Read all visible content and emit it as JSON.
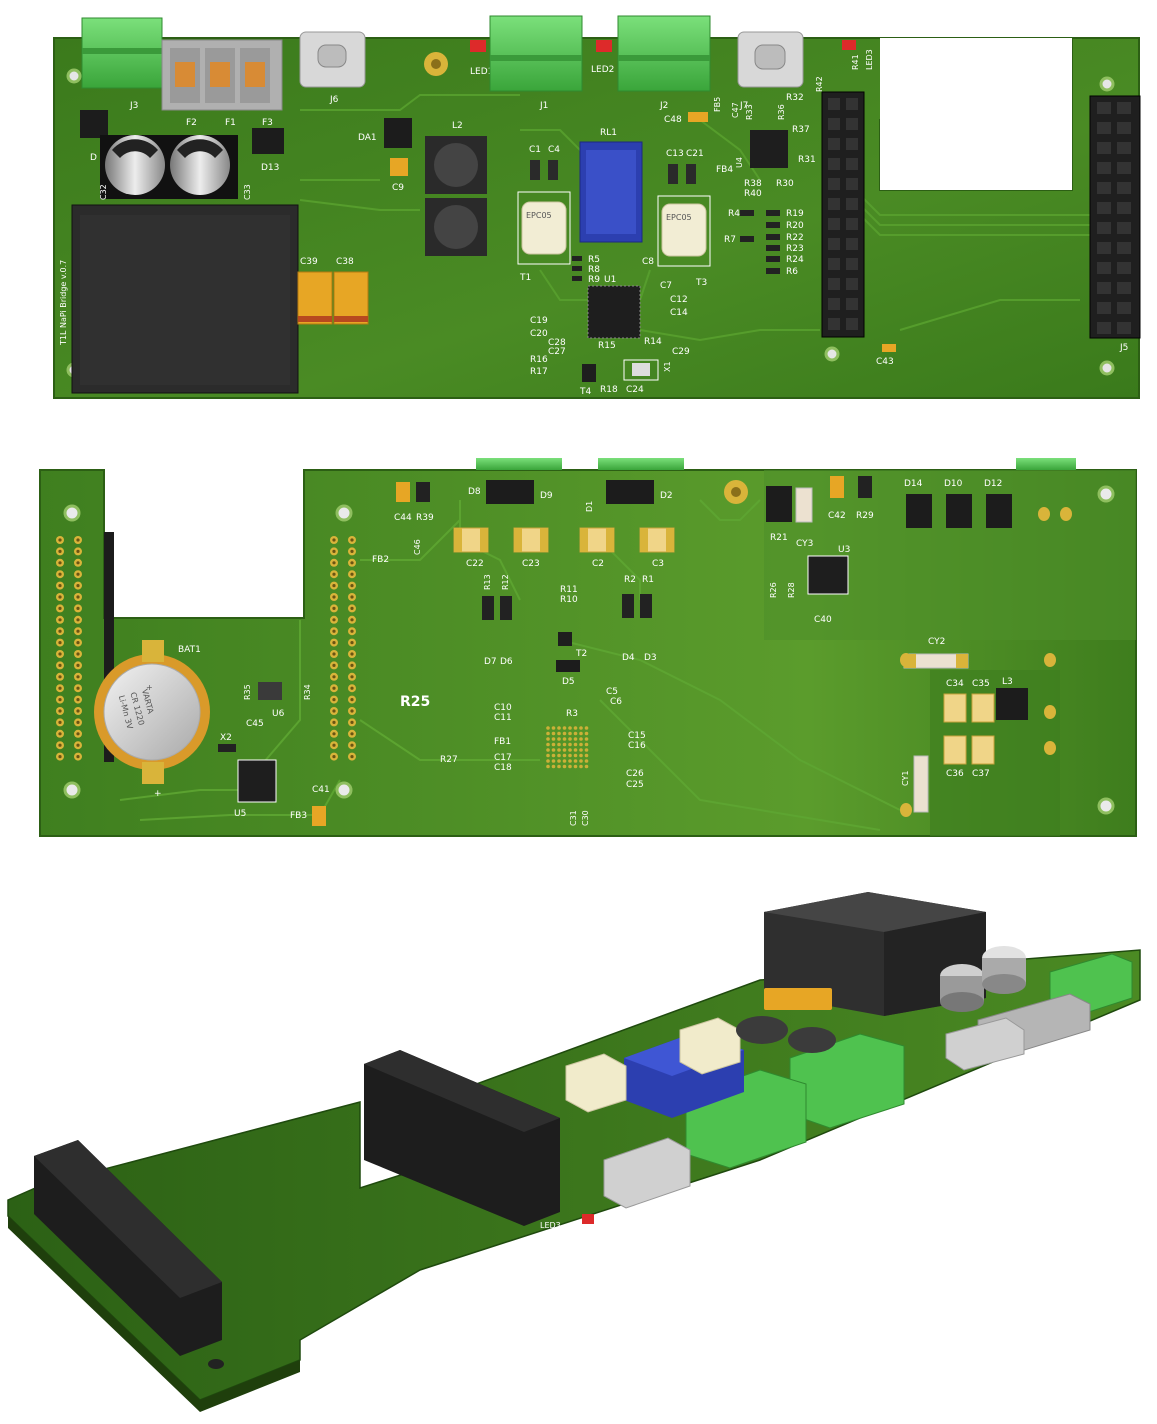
{
  "colors": {
    "pcb": "#3f7f1f",
    "pcb_dark": "#2f6516",
    "trace": "#4f9628",
    "pad": "#e8c24a",
    "terminal": "#5ecb5e",
    "terminal_dark": "#3ea83e",
    "silk": "#ffffff"
  },
  "top_board": {
    "silk_title": "T1L NaPi Bridge v.0.7",
    "labels": {
      "J3": "J3",
      "F2": "F2",
      "F1": "F1",
      "F3": "F3",
      "J6": "J6",
      "LED1": "LED1",
      "J1": "J1",
      "LED2": "LED2",
      "J2": "J2",
      "J7": "J7",
      "LED3": "LED3",
      "R42": "R42",
      "R41": "R41",
      "DA1": "DA1",
      "L2": "L2",
      "RL1": "RL1",
      "C1": "C1",
      "C4": "C4",
      "C13": "C13",
      "C21": "C21",
      "FB5": "FB5",
      "C47": "C47",
      "R33": "R33",
      "R32": "R32",
      "R36": "R36",
      "R37": "R37",
      "C48": "C48",
      "FB4": "FB4",
      "U4": "U4",
      "R38": "R38",
      "R40": "R40",
      "R31": "R31",
      "R30": "R30",
      "R4": "R4",
      "R19": "R19",
      "R20": "R20",
      "R22": "R22",
      "R23": "R23",
      "R24": "R24",
      "R6": "R6",
      "R7": "R7",
      "D13": "D13",
      "C9": "C9",
      "C32": "C32",
      "C33": "C33",
      "C39": "C39",
      "C38": "C38",
      "T1": "T1",
      "T3": "T3",
      "R5": "R5",
      "R8": "R8",
      "R9": "R9",
      "U1": "U1",
      "C8": "C8",
      "C7": "C7",
      "C12": "C12",
      "C14": "C14",
      "C19": "C19",
      "C20": "C20",
      "C28": "C28",
      "C27": "C27",
      "R15": "R15",
      "R14": "R14",
      "C29": "C29",
      "R16": "R16",
      "R17": "R17",
      "X1": "X1",
      "C24": "C24",
      "T4": "T4",
      "R18": "R18",
      "C43": "C43",
      "J5": "J5",
      "D": "D"
    },
    "xfmr_mark_1": "EPC05",
    "xfmr_mark_2": "EPC05"
  },
  "bottom_board": {
    "labels": {
      "D8": "D8",
      "D9": "D9",
      "D1": "D1",
      "D2": "D2",
      "C44": "C44",
      "R39": "R39",
      "C46": "C46",
      "FB2": "FB2",
      "C22": "C22",
      "C23": "C23",
      "C2": "C2",
      "C3": "C3",
      "R21": "R21",
      "CY3": "CY3",
      "C42": "C42",
      "R29": "R29",
      "D14": "D14",
      "D10": "D10",
      "D12": "D12",
      "U3": "U3",
      "R26": "R26",
      "R28": "R28",
      "C40": "C40",
      "R13": "R13",
      "R12": "R12",
      "R11": "R11",
      "R10": "R10",
      "R2": "R2",
      "R1": "R1",
      "T2": "T2",
      "D7": "D7",
      "D6": "D6",
      "D5": "D5",
      "D4": "D4",
      "D3": "D3",
      "R25": "R25",
      "C10": "C10",
      "C11": "C11",
      "R3": "R3",
      "C5": "C5",
      "C6": "C6",
      "FB1": "FB1",
      "C17": "C17",
      "C18": "C18",
      "C15": "C15",
      "C16": "C16",
      "C26": "C26",
      "C25": "C25",
      "R27": "R27",
      "C31": "C31",
      "C30": "C30",
      "BAT1": "BAT1",
      "R35": "R35",
      "R34": "R34",
      "U6": "U6",
      "C45": "C45",
      "X2": "X2",
      "U5": "U5",
      "C41": "C41",
      "FB3": "FB3",
      "CY2": "CY2",
      "C34": "C34",
      "C35": "C35",
      "L3": "L3",
      "C36": "C36",
      "C37": "C37",
      "CY1": "CY1"
    },
    "battery_marks": {
      "brand": "VARTA",
      "model": "CR 1220",
      "spec": "Li-Mn 3V",
      "plus": "+"
    }
  },
  "iso_view": {
    "led_label": "LED3"
  }
}
